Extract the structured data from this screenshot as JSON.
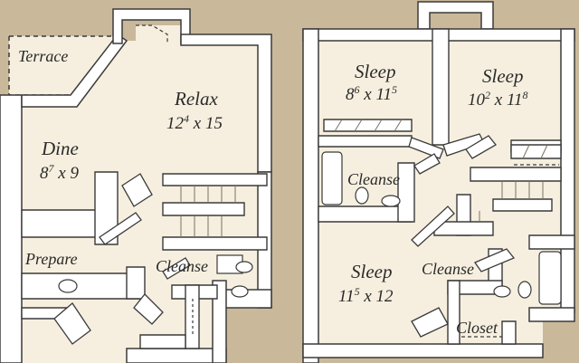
{
  "colors": {
    "background": "#c9b99a",
    "floor": "#f6efdf",
    "wall": "#ffffff",
    "wall_edge": "#3a3a3a",
    "label": "#2a2a2a"
  },
  "left_plan": {
    "rooms": {
      "terrace": {
        "name": "Terrace"
      },
      "relax": {
        "name": "Relax",
        "dim_a": "12",
        "dim_a_sup": "4",
        "sep": " x ",
        "dim_b": "15"
      },
      "dine": {
        "name": "Dine",
        "dim_a": "8",
        "dim_a_sup": "7",
        "sep": " x ",
        "dim_b": "9"
      },
      "prepare": {
        "name": "Prepare"
      },
      "cleanse": {
        "name": "Cleanse"
      }
    }
  },
  "right_plan": {
    "rooms": {
      "sleep_1": {
        "name": "Sleep",
        "dim_a": "8",
        "dim_a_sup": "6",
        "sep": " x ",
        "dim_b": "11",
        "dim_b_sup": "5"
      },
      "sleep_2": {
        "name": "Sleep",
        "dim_a": "10",
        "dim_a_sup": "2",
        "sep": " x ",
        "dim_b": "11",
        "dim_b_sup": "8"
      },
      "cleanse_1": {
        "name": "Cleanse"
      },
      "sleep_3": {
        "name": "Sleep",
        "dim_a": "11",
        "dim_a_sup": "5",
        "sep": " x ",
        "dim_b": "12"
      },
      "cleanse_2": {
        "name": "Cleanse"
      },
      "closet": {
        "name": "Closet"
      }
    }
  }
}
